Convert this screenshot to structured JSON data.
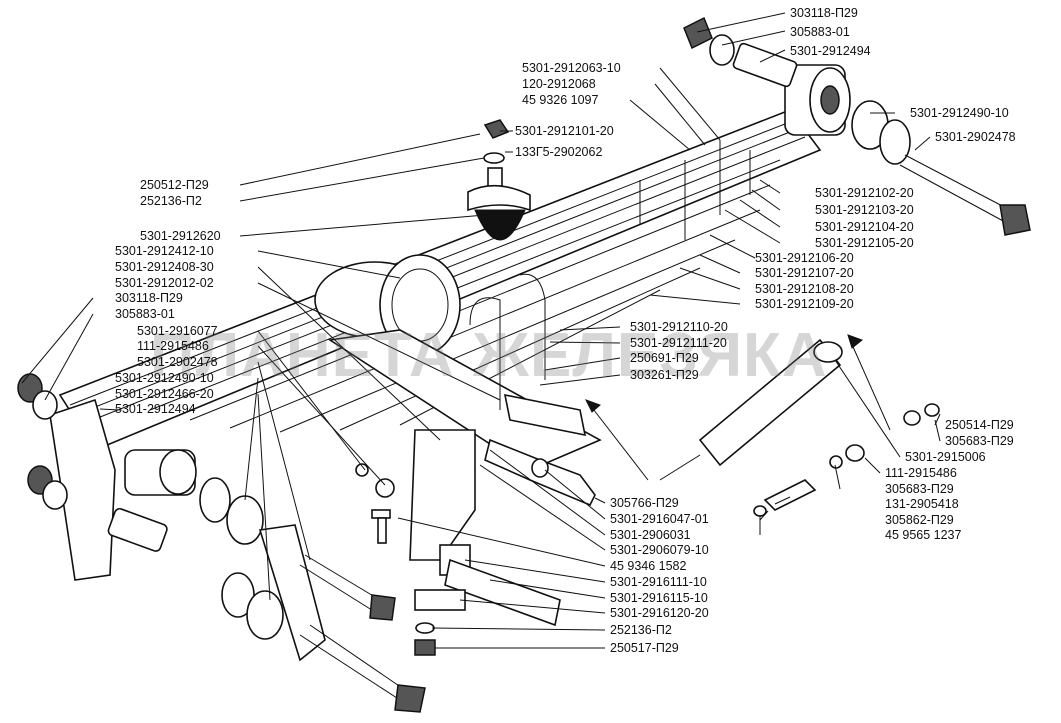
{
  "diagram": {
    "watermark": "ПЛАНЕТА ЖЕЛЕЗЯКА",
    "labels": [
      {
        "id": "l01",
        "text": "303118-П29"
      },
      {
        "id": "l02",
        "text": "305883-01"
      },
      {
        "id": "l03",
        "text": "5301-2912494"
      },
      {
        "id": "l04",
        "text": "5301-2912063-10"
      },
      {
        "id": "l05",
        "text": "120-2912068"
      },
      {
        "id": "l06",
        "text": "45 9326 1097"
      },
      {
        "id": "l07",
        "text": "5301-2912490-10"
      },
      {
        "id": "l08",
        "text": "5301-2912101-20"
      },
      {
        "id": "l09",
        "text": "5301-2902478"
      },
      {
        "id": "l10",
        "text": "133Г5-2902062"
      },
      {
        "id": "l11",
        "text": "250512-П29"
      },
      {
        "id": "l12",
        "text": "252136-П2"
      },
      {
        "id": "l13",
        "text": "5301-2912102-20"
      },
      {
        "id": "l14",
        "text": "5301-2912103-20"
      },
      {
        "id": "l15",
        "text": "5301-2912104-20"
      },
      {
        "id": "l16",
        "text": "5301-2912105-20"
      },
      {
        "id": "l17",
        "text": "5301-2912620"
      },
      {
        "id": "l18",
        "text": "5301-2912412-10"
      },
      {
        "id": "l19",
        "text": "5301-2912106-20"
      },
      {
        "id": "l20",
        "text": "5301-2912408-30"
      },
      {
        "id": "l21",
        "text": "5301-2912107-20"
      },
      {
        "id": "l22",
        "text": "5301-2912012-02"
      },
      {
        "id": "l23",
        "text": "5301-2912108-20"
      },
      {
        "id": "l24",
        "text": "303118-П29"
      },
      {
        "id": "l25",
        "text": "5301-2912109-20"
      },
      {
        "id": "l26",
        "text": "305883-01"
      },
      {
        "id": "l27",
        "text": "5301-2916077"
      },
      {
        "id": "l28",
        "text": "5301-2912110-20"
      },
      {
        "id": "l29",
        "text": "111-2915486"
      },
      {
        "id": "l30",
        "text": "5301-2912111-20"
      },
      {
        "id": "l31",
        "text": "5301-2902478"
      },
      {
        "id": "l32",
        "text": "250691-П29"
      },
      {
        "id": "l33",
        "text": "5301-2912490-10"
      },
      {
        "id": "l34",
        "text": "303261-П29"
      },
      {
        "id": "l35",
        "text": "5301-2912466-20"
      },
      {
        "id": "l36",
        "text": "5301-2912494"
      },
      {
        "id": "l37",
        "text": "250514-П29"
      },
      {
        "id": "l38",
        "text": "305683-П29"
      },
      {
        "id": "l39",
        "text": "5301-2915006"
      },
      {
        "id": "l40",
        "text": "111-2915486"
      },
      {
        "id": "l41",
        "text": "305683-П29"
      },
      {
        "id": "l42",
        "text": "305766-П29"
      },
      {
        "id": "l43",
        "text": "131-2905418"
      },
      {
        "id": "l44",
        "text": "5301-2916047-01"
      },
      {
        "id": "l45",
        "text": "305862-П29"
      },
      {
        "id": "l46",
        "text": "5301-2906031"
      },
      {
        "id": "l47",
        "text": "45 9565 1237"
      },
      {
        "id": "l48",
        "text": "5301-2906079-10"
      },
      {
        "id": "l49",
        "text": "45 9346 1582"
      },
      {
        "id": "l50",
        "text": "5301-2916111-10"
      },
      {
        "id": "l51",
        "text": "5301-2916115-10"
      },
      {
        "id": "l52",
        "text": "5301-2916120-20"
      },
      {
        "id": "l53",
        "text": "252136-П2"
      },
      {
        "id": "l54",
        "text": "250517-П29"
      }
    ]
  }
}
